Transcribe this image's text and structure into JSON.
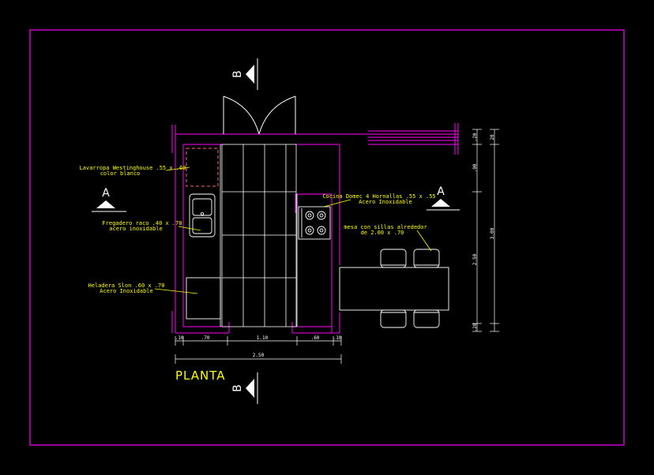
{
  "colors": {
    "background": "#000000",
    "frame": "#ff00ff",
    "walls": "#ff00ff",
    "furniture": "#ffffff",
    "labels": "#ffff00",
    "dimensions": "#ffffff"
  },
  "title": "PLANTA",
  "section_markers": {
    "a_left": "A",
    "a_right": "A",
    "b_top": "B",
    "b_bottom": "B"
  },
  "labels": {
    "lavarropa_line1": "Lavarropa Westinghouse .55 x .60",
    "lavarropa_line2": "color blanco",
    "fregadero_line1": "Fregadero raco .40 x .70",
    "fregadero_line2": "acero inoxidable",
    "heladera_line1": "Heladera Slon .60 x .70",
    "heladera_line2": "Acero Inoxidable",
    "cocina_line1": "Cocina Domec 4 Hornallas .55 x .55",
    "cocina_line2": "Acero Inoxidable",
    "mesa_line1": "mesa con sillas alrededor",
    "mesa_line2": "de 2.00 x .70"
  },
  "dimensions": {
    "bottom_row": [
      ".10",
      ".70",
      "1.10",
      ".60",
      ".10"
    ],
    "bottom_total": "2.50",
    "right_inner": [
      ".20",
      ".90",
      "2.50",
      ".20"
    ],
    "right_outer": [
      "20",
      "3.00"
    ]
  }
}
